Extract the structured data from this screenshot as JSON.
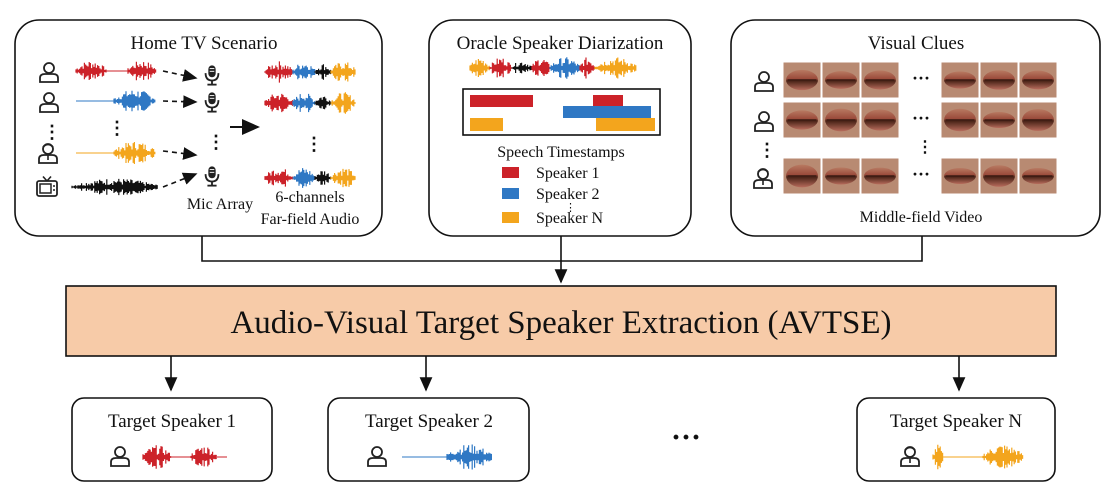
{
  "colors": {
    "red": "#cc2229",
    "blue": "#2f78c4",
    "orange": "#f3a51d",
    "black": "#111111",
    "avtse_fill": "#f7cba8",
    "lip_dark": "#5a3424",
    "lip_light": "#c07a6a"
  },
  "home_tv": {
    "title": "Home TV Scenario",
    "mic_label": "Mic Array",
    "audio_label_1": "6-channels",
    "audio_label_2": "Far-field Audio",
    "sources": [
      "person-icon",
      "person-icon",
      "person-icon",
      "tv-icon"
    ]
  },
  "oracle": {
    "title": "Oracle Speaker Diarization",
    "timestamps_label": "Speech Timestamps",
    "legend": [
      {
        "label": "Speaker 1",
        "color": "#cc2229"
      },
      {
        "label": "Speaker 2",
        "color": "#2f78c4"
      },
      {
        "label": "Speaker N",
        "color": "#f3a51d"
      }
    ]
  },
  "visual": {
    "title": "Visual Clues",
    "video_label": "Middle-field Video"
  },
  "avtse": {
    "label": "Audio-Visual Target Speaker Extraction (AVTSE)"
  },
  "outputs": [
    {
      "label": "Target Speaker 1",
      "color": "#cc2229"
    },
    {
      "label": "Target Speaker 2",
      "color": "#2f78c4"
    },
    {
      "label": "Target Speaker N",
      "color": "#f3a51d"
    }
  ],
  "ellipsis": "···"
}
